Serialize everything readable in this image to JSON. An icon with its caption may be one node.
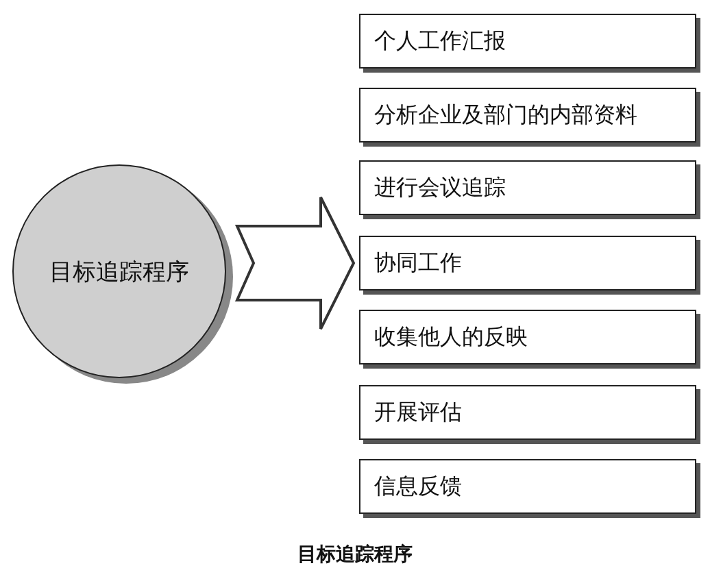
{
  "diagram": {
    "caption": "目标追踪程序",
    "nodes": [
      {
        "text": [
          "目标追踪程序"
        ]
      },
      {
        "text": [
          "个人工作汇报"
        ]
      },
      {
        "text": [
          "分析企业及部门的内部资料"
        ]
      },
      {
        "text": [
          "进行会议追踪"
        ]
      },
      {
        "text": [
          "协同工作"
        ]
      },
      {
        "text": [
          "收集他人的反映"
        ]
      },
      {
        "text": [
          "开展评估"
        ]
      },
      {
        "text": [
          "信息反馈"
        ]
      }
    ],
    "edges": [
      {
        "from": 0,
        "to": 4,
        "arrow": "to",
        "style": "thick"
      }
    ]
  }
}
